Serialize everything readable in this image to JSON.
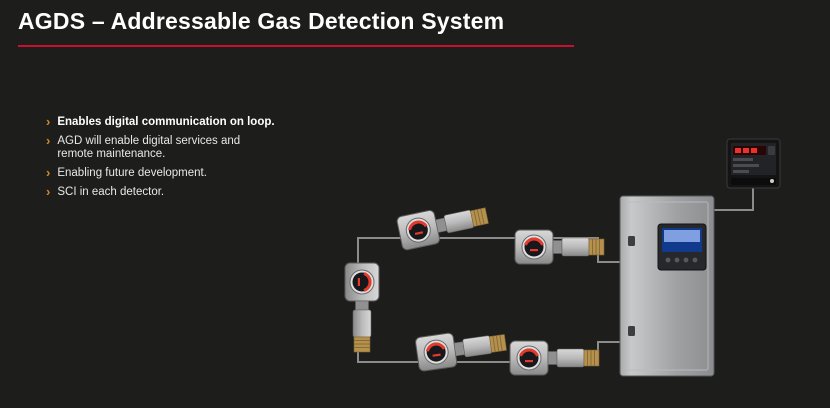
{
  "page": {
    "title": "AGDS – Addressable Gas Detection System"
  },
  "colors": {
    "background": "#1d1d1b",
    "title": "#ffffff",
    "accent_line": "#c8102e",
    "bullet_marker": "#d3862d",
    "body_text": "#e8e8e8",
    "wire": "#8c8c8c",
    "detector_display": "#e23b2e",
    "cabinet_screen": "#7f9fe0"
  },
  "bullets": {
    "marker": "›",
    "items": [
      {
        "lines": [
          "Enables digital communication on loop.",
          ""
        ],
        "bold": true
      },
      {
        "lines": [
          "AGD will enable digital services and",
          "remote maintenance."
        ],
        "bold": false
      },
      {
        "lines": [
          "Enabling future development.",
          ""
        ],
        "bold": false
      },
      {
        "lines": [
          "SCI in each detector.",
          ""
        ],
        "bold": false
      }
    ]
  },
  "diagram": {
    "components": {
      "detector_count": "5",
      "detector_icon": "gas-detector-icon",
      "cabinet_icon": "control-cabinet-icon",
      "remote_icon": "remote-controller-icon",
      "wiring_icon": "loop-wiring-lines"
    }
  }
}
